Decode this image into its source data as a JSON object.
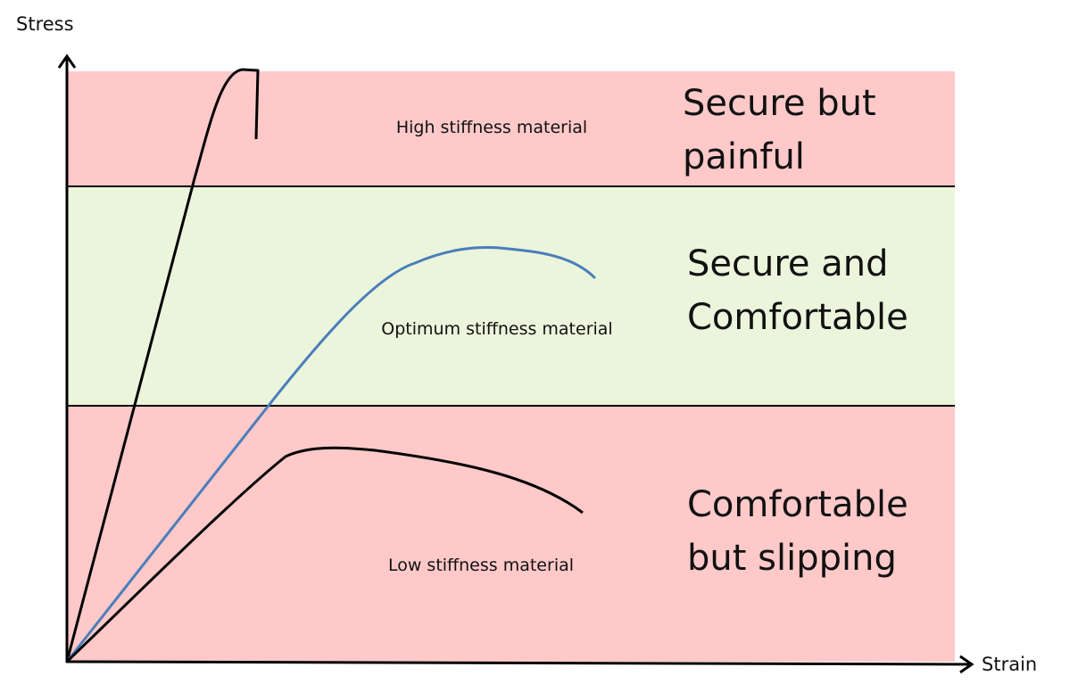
{
  "axes": {
    "y_label": "Stress",
    "x_label": "Strain"
  },
  "zones": [
    {
      "name": "top",
      "lines": [
        "Secure but",
        "painful"
      ],
      "color": "#FFC9C9"
    },
    {
      "name": "middle",
      "lines": [
        "Secure and",
        "Comfortable"
      ],
      "color": "#EBF5DC"
    },
    {
      "name": "bottom",
      "lines": [
        "Comfortable",
        "but slipping"
      ],
      "color": "#FFC9C9"
    }
  ],
  "curves": [
    {
      "label": "High stiffness material",
      "color": "#000000"
    },
    {
      "label": "Optimum stiffness material",
      "color": "#4A7EBB"
    },
    {
      "label": "Low stiffness material",
      "color": "#000000"
    }
  ]
}
